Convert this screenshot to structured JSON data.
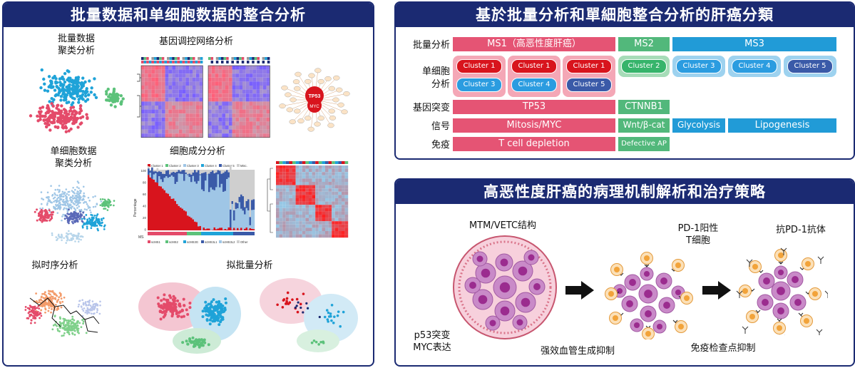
{
  "left_panel": {
    "title": "批量数据和单细胞数据的整合分析",
    "sections": {
      "bulk_cluster": "批量数据\n聚类分析",
      "gene_network": "基因调控网络分析",
      "sc_cluster": "单细胞数据\n聚类分析",
      "cell_composition": "细胞成分分析",
      "pseudotime": "拟时序分析",
      "pseudo_bulk": "拟批量分析"
    },
    "network_nodes": {
      "center_top": "TP53",
      "center_bottom": "MYC"
    },
    "composition_legend": [
      "Cluster 1",
      "Cluster 2",
      "Cluster 3",
      "Cluster 4",
      "Cluster 5",
      "Misc."
    ],
    "composition_bottom_legend": [
      "scMS1",
      "scMS2",
      "scMS3G",
      "scMS3L1",
      "scMS3L2",
      "Other"
    ],
    "composition_axis": {
      "ylabel": "Percentage",
      "xlabel": "MS"
    },
    "composition_yticks": [
      "100",
      "80",
      "60",
      "40",
      "20",
      "0"
    ]
  },
  "top_right_panel": {
    "title": "基於批量分析和單細胞整合分析的肝癌分類",
    "rows": {
      "bulk": "批量分析",
      "single_cell": "单细胞\n分析",
      "mutation": "基因突变",
      "signal": "信号",
      "immune": "免疫"
    },
    "ms": {
      "ms1": "MS1（高恶性度肝癌）",
      "ms2": "MS2",
      "ms3": "MS3"
    },
    "clusters": {
      "g1": [
        "Cluster 1",
        "Cluster 3"
      ],
      "g2": [
        "Cluster 1",
        "Cluster 4"
      ],
      "g3": [
        "Cluster 1",
        "Cluster 5"
      ],
      "g4": [
        "Cluster 2"
      ],
      "g5": [
        "Cluster 3"
      ],
      "g6": [
        "Cluster 4"
      ],
      "g7": [
        "Cluster 5"
      ]
    },
    "mutation": {
      "tp53": "TP53",
      "ctnnb1": "CTNNB1"
    },
    "signal": {
      "mitosis": "Mitosis/MYC",
      "wnt": "Wnt/β-cat",
      "glycolysis": "Glycolysis",
      "lipogenesis": "Lipogenesis"
    },
    "immune": {
      "tcell": "T cell depletion",
      "ap": "Defective AP"
    }
  },
  "bottom_right_panel": {
    "title": "高恶性度肝癌的病理机制解析和治疗策略",
    "labels": {
      "structure": "MTM/VETC结构",
      "pd1": "PD-1阳性\nT细胞",
      "antibody": "抗PD-1抗体",
      "p53": "p53突变\nMYC表达",
      "angiogenesis": "强效血管生成抑制",
      "checkpoint": "免疫检查点抑制"
    }
  },
  "colors": {
    "navy": "#1b2a72",
    "ms1_pink": "#e55474",
    "ms2_green": "#52b87b",
    "ms3_blue": "#219bd7",
    "cell_purple": "#c98ac8",
    "tcell_orange": "#f2a33a"
  }
}
